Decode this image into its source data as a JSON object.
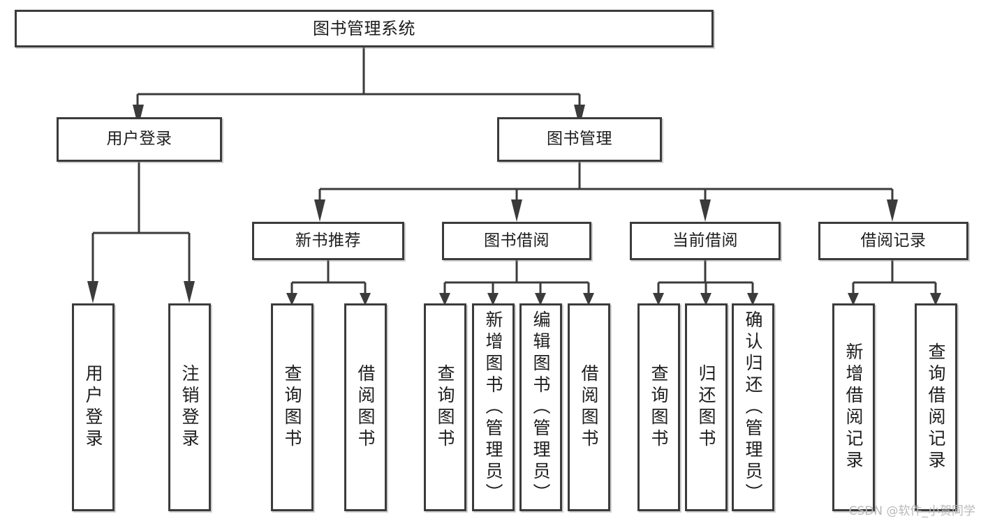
{
  "diagram": {
    "type": "tree",
    "title_node": {
      "label": "图书管理系统"
    },
    "level1": [
      {
        "id": "user-login",
        "label": "用户登录"
      },
      {
        "id": "book-management",
        "label": "图书管理"
      }
    ],
    "level2": [
      {
        "id": "new-book-recommend",
        "label": "新书推荐",
        "parent": "book-management"
      },
      {
        "id": "book-borrow",
        "label": "图书借阅",
        "parent": "book-management"
      },
      {
        "id": "current-borrow",
        "label": "当前借阅",
        "parent": "book-management"
      },
      {
        "id": "borrow-record",
        "label": "借阅记录",
        "parent": "book-management"
      }
    ],
    "leaves": [
      {
        "id": "leaf-user-login",
        "label": "用户登录",
        "parent": "user-login"
      },
      {
        "id": "leaf-logout-login",
        "label": "注销登录",
        "parent": "user-login"
      },
      {
        "id": "leaf-query-book-1",
        "label": "查询图书",
        "parent": "new-book-recommend"
      },
      {
        "id": "leaf-borrow-book-1",
        "label": "借阅图书",
        "parent": "new-book-recommend"
      },
      {
        "id": "leaf-query-book-2",
        "label": "查询图书",
        "parent": "book-borrow"
      },
      {
        "id": "leaf-add-book",
        "label": "新增图书（管理员）",
        "parent": "book-borrow"
      },
      {
        "id": "leaf-edit-book",
        "label": "编辑图书（管理员）",
        "parent": "book-borrow"
      },
      {
        "id": "leaf-borrow-book-2",
        "label": "借阅图书",
        "parent": "book-borrow"
      },
      {
        "id": "leaf-query-book-3",
        "label": "查询图书",
        "parent": "current-borrow"
      },
      {
        "id": "leaf-return-book",
        "label": "归还图书",
        "parent": "current-borrow"
      },
      {
        "id": "leaf-confirm-return",
        "label": "确认归还（管理员）",
        "parent": "current-borrow"
      },
      {
        "id": "leaf-add-borrow-record",
        "label": "新增借阅记录",
        "parent": "borrow-record"
      },
      {
        "id": "leaf-query-borrow-record",
        "label": "查询借阅记录",
        "parent": "borrow-record"
      }
    ],
    "colors": {
      "box_border": "#3b3b3b",
      "box_fill": "#ffffff",
      "connector": "#3b3b3b",
      "text": "#1d1d1d",
      "watermark": "#b9b9b9"
    }
  },
  "watermark": {
    "text": "CSDN @软件_小贺同学"
  }
}
